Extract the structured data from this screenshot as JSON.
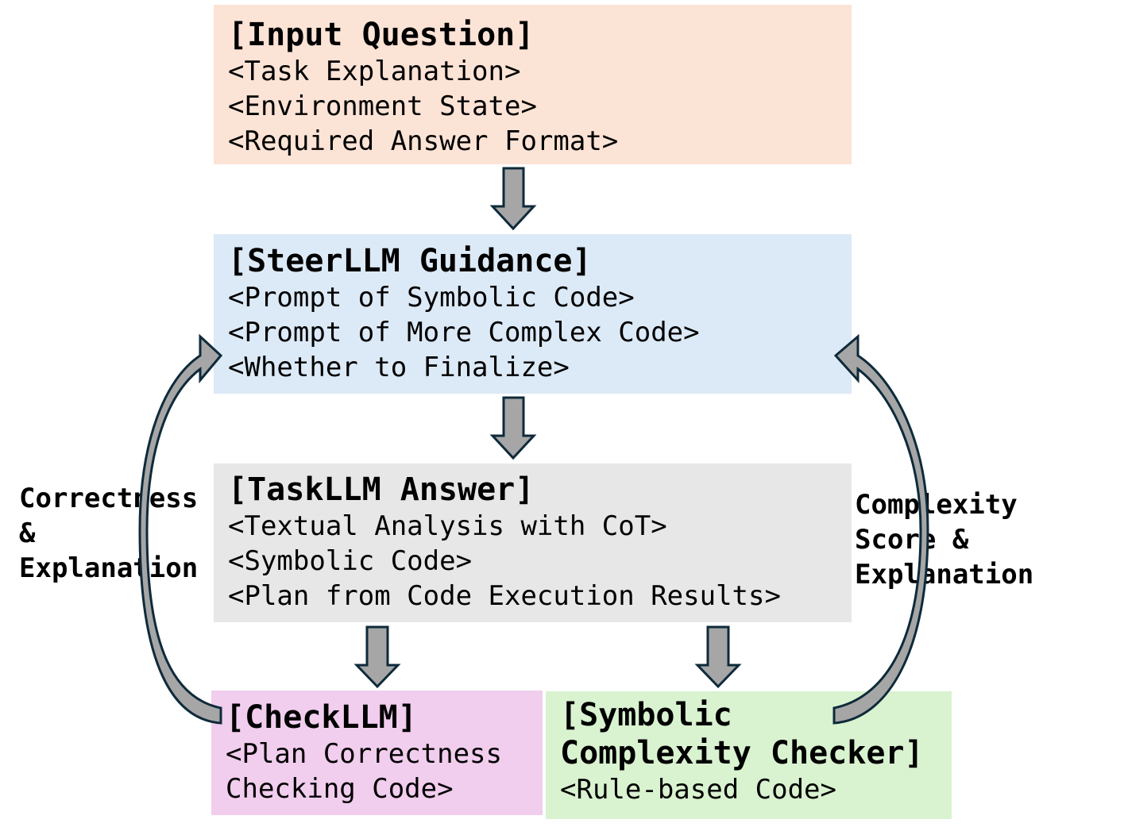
{
  "input_box": {
    "title": "[Input Question]",
    "lines": [
      "<Task Explanation>",
      "<Environment State>",
      "<Required Answer Format>"
    ]
  },
  "steer_box": {
    "title": "[SteerLLM Guidance]",
    "lines": [
      "<Prompt of Symbolic Code>",
      "<Prompt of More Complex Code>",
      "<Whether to Finalize>"
    ]
  },
  "task_box": {
    "title": "[TaskLLM Answer]",
    "lines": [
      "<Textual Analysis with CoT>",
      "<Symbolic Code>",
      "<Plan from Code Execution Results>"
    ]
  },
  "check_box": {
    "title": "[CheckLLM]",
    "lines": [
      "<Plan Correctness",
      "Checking Code>"
    ]
  },
  "symbolic_box": {
    "title_line1": "[Symbolic",
    "title_line2": "Complexity Checker]",
    "lines": [
      "<Rule-based Code>"
    ]
  },
  "left_feedback": {
    "lines": [
      "Correctness",
      "&",
      "Explanation"
    ]
  },
  "right_feedback": {
    "lines": [
      "Complexity",
      "Score &",
      "Explanation"
    ]
  },
  "colors": {
    "input_bg": "#fbe3d6",
    "steer_bg": "#dce9f6",
    "task_bg": "#e7e7e7",
    "check_bg": "#f1cdee",
    "symbolic_bg": "#d9f2d0",
    "arrow_fill": "#a6a6a6",
    "arrow_stroke": "#0e2a3a"
  }
}
